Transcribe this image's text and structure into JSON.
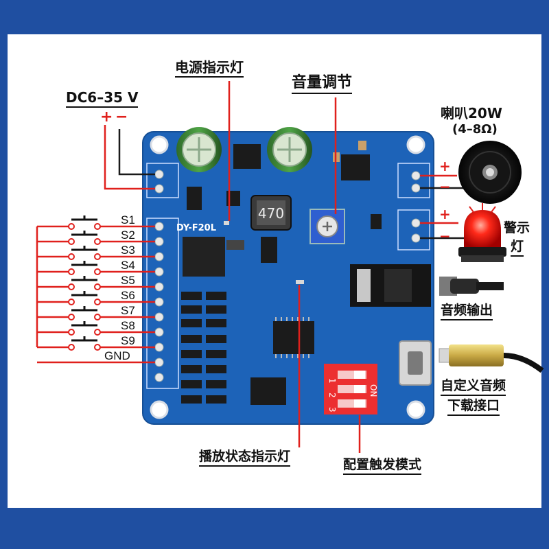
{
  "labels": {
    "power_indicator": "电源指示灯",
    "volume_adjust": "音量调节",
    "power_supply": "DC6–35 V",
    "plus": "+",
    "minus": "−",
    "speaker_title": "喇叭20W",
    "speaker_spec": "(4–8Ω)",
    "alarm_light_1": "警示",
    "alarm_light_2": "灯",
    "audio_out": "音频输出",
    "custom_audio_1": "自定义音频",
    "custom_audio_2": "下载接口",
    "play_status": "播放状态指示灯",
    "config_mode": "配置触发模式",
    "board_model": "DY-F20L",
    "inductor": "470",
    "dip_on": "ON",
    "dip_numbers": [
      "1",
      "2",
      "3"
    ]
  },
  "switches": [
    "S1",
    "S2",
    "S3",
    "S4",
    "S5",
    "S6",
    "S7",
    "S8",
    "S9"
  ],
  "ground": "GND",
  "colors": {
    "background": "#1f4fa1",
    "panel": "#ffffff",
    "pcb": "#1d63b8",
    "wire_red": "#e0201c",
    "wire_black": "#1a1a1a"
  }
}
